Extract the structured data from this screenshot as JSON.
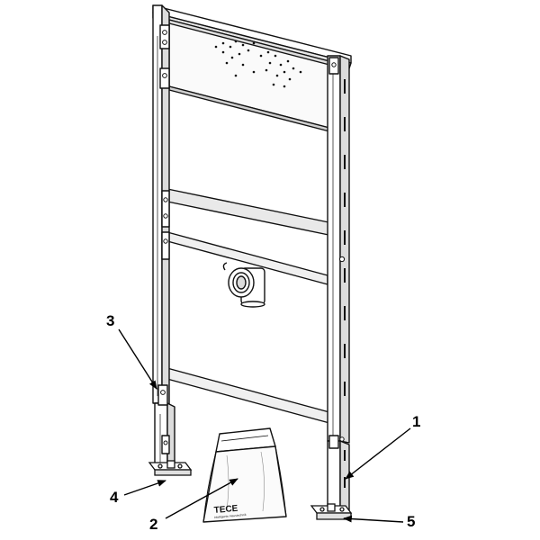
{
  "diagram": {
    "callouts": [
      {
        "id": "1",
        "label": "1"
      },
      {
        "id": "2",
        "label": "2"
      },
      {
        "id": "3",
        "label": "3"
      },
      {
        "id": "4",
        "label": "4"
      },
      {
        "id": "5",
        "label": "5"
      }
    ],
    "bag": {
      "brand": "TECE",
      "tagline": "intelligente Haustechnik"
    }
  }
}
